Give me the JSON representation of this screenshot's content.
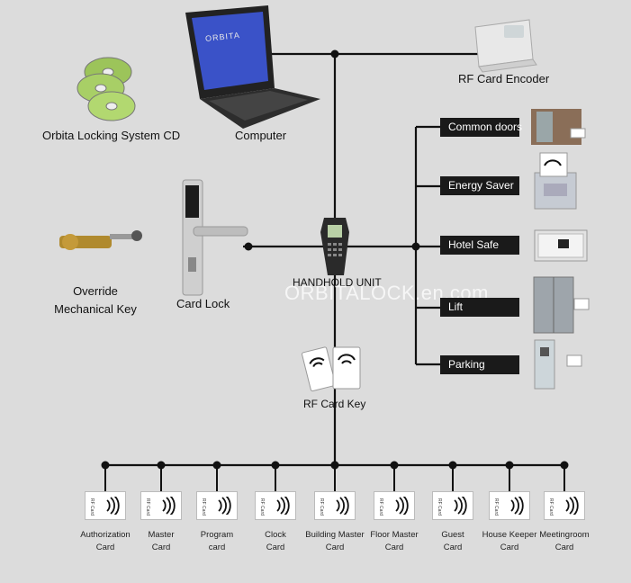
{
  "top": {
    "cd_label": "Orbita Locking System CD",
    "computer_label": "Computer",
    "laptop_screen_text": "ORBITA",
    "encoder_label": "RF Card  Encoder"
  },
  "middle": {
    "card_lock_label": "Card Lock",
    "override_line1": "Override",
    "override_line2": "Mechanical Key",
    "handhold_label": "HANDHOLD UNIT",
    "rf_card_key_label": "RF Card Key",
    "watermark": "ORBITALOCK.en.com"
  },
  "right_branches": [
    {
      "label": "Common doors"
    },
    {
      "label": "Energy Saver"
    },
    {
      "label": "Hotel Safe"
    },
    {
      "label": "Lift"
    },
    {
      "label": "Parking"
    }
  ],
  "card_text": {
    "line1": "RF",
    "line2": "Card"
  },
  "bottom_cards": [
    {
      "line1": "Authorization",
      "line2": "Card"
    },
    {
      "line1": "Master",
      "line2": "Card"
    },
    {
      "line1": "Program",
      "line2": "card"
    },
    {
      "line1": "Clock",
      "line2": "Card"
    },
    {
      "line1": "Building Master",
      "line2": "Card"
    },
    {
      "line1": "Floor Master",
      "line2": "Card"
    },
    {
      "line1": "Guest",
      "line2": "Card"
    },
    {
      "line1": "House Keeper",
      "line2": "Card"
    },
    {
      "line1": "Meetingroom",
      "line2": "Card"
    }
  ],
  "colors": {
    "background": "#dcdcdc",
    "line": "#111111",
    "label_box": "#1a1a1a"
  }
}
